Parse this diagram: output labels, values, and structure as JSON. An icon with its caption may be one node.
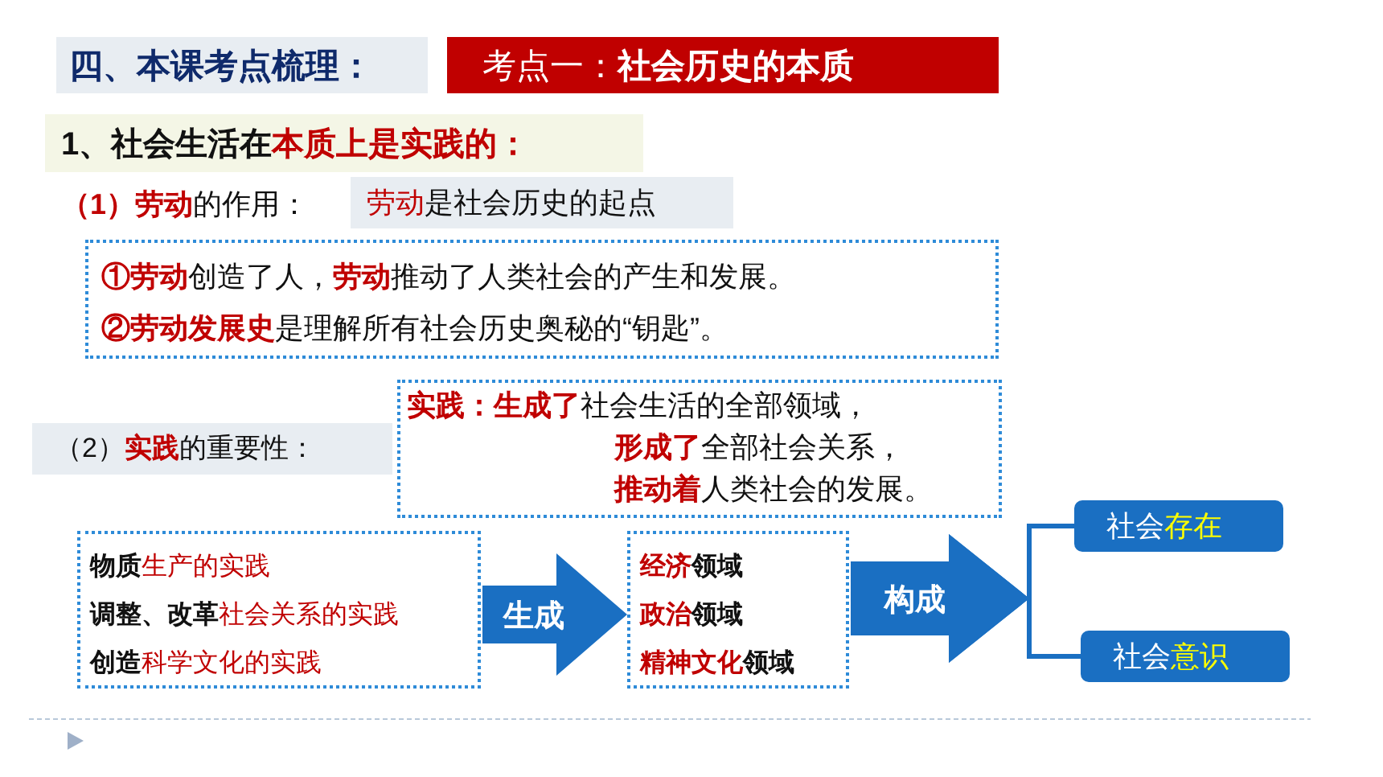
{
  "diagram": {
    "nodes": [
      {
        "text": [
          "四、本课考点梳理："
        ]
      },
      {
        "text": [
          "考点一：**社会历史的本质**"
        ]
      },
      {
        "text": [
          "1、社会生活在**本质上是实践的：**"
        ]
      },
      {
        "text": [
          "**劳动**是社会历史的起点"
        ]
      },
      {
        "text": [
          "**①劳动**创造了人，**劳动**推动了人类社会的产生和发展。",
          "**②劳动发展史**是理解所有社会历史奥秘的“钥匙”。"
        ]
      },
      {
        "text": [
          "（2）**实践**的重要性："
        ]
      },
      {
        "text": [
          "**实践：生成了**社会生活的全部领域，",
          "**形成了**全部社会关系，",
          "**推动着**人类社会的发展。"
        ]
      },
      {
        "text": [
          "**物质**生产的实践",
          "**调整、改革**社会关系的实践",
          "**创造**科学文化的实践"
        ]
      },
      {
        "text": [
          "**经济**领域",
          "**政治**领域",
          "**精神文化**领域"
        ]
      },
      {
        "text": [
          "社会**存在**"
        ]
      },
      {
        "text": [
          "社会**意识**"
        ]
      }
    ],
    "edges": [
      {
        "from": 7,
        "to": 8,
        "arrow": "to",
        "label": "生成",
        "style": "thick"
      },
      {
        "from": 8,
        "to": 9,
        "arrow": "to",
        "label": "构成",
        "style": "thick"
      },
      {
        "from": 8,
        "to": 10,
        "arrow": "to",
        "style": "thick"
      }
    ],
    "labels": [
      "**（1）劳动**的作用："
    ]
  }
}
